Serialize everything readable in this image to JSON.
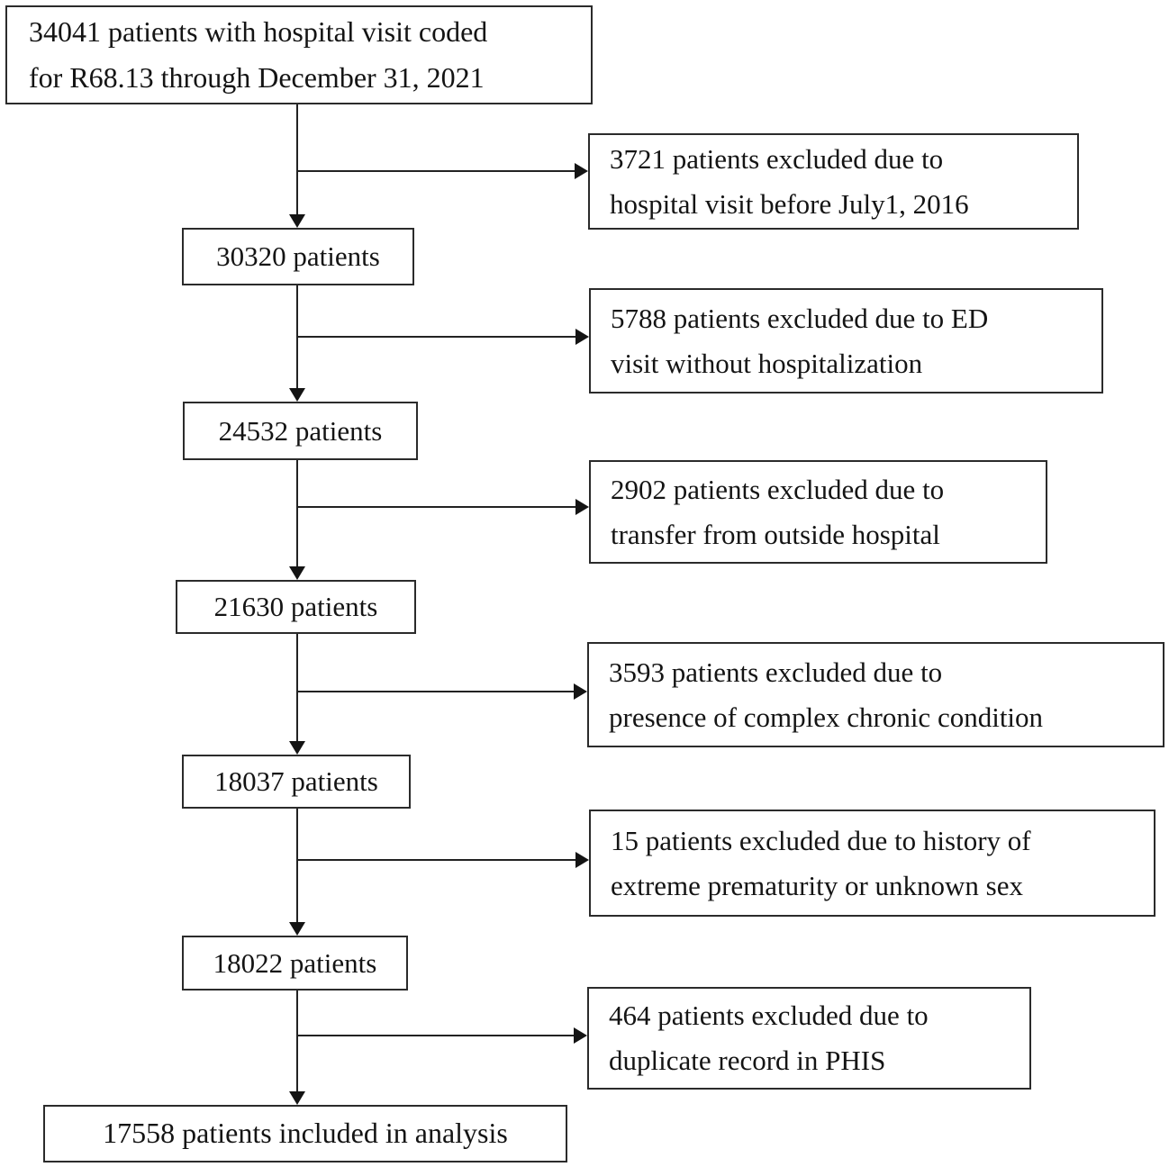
{
  "flow": {
    "description": "Patient inclusion flowchart",
    "colors": {
      "background": "#ffffff",
      "text": "#141414",
      "border": "#2b2b2b",
      "line": "#222222"
    },
    "nodes": [
      {
        "id": "start",
        "lines": [
          "34041 patients with hospital visit coded",
          "for R68.13 through December 31, 2021"
        ]
      },
      {
        "id": "step-1",
        "lines": [
          "30320 patients"
        ]
      },
      {
        "id": "step-2",
        "lines": [
          "24532 patients"
        ]
      },
      {
        "id": "step-3",
        "lines": [
          "21630 patients"
        ]
      },
      {
        "id": "step-4",
        "lines": [
          "18037 patients"
        ]
      },
      {
        "id": "step-5",
        "lines": [
          "18022 patients"
        ]
      },
      {
        "id": "final",
        "lines": [
          "17558 patients included in analysis"
        ]
      }
    ],
    "exclusions": [
      {
        "id": "excl-1",
        "lines": [
          "3721 patients excluded due to",
          "hospital visit before July1, 2016"
        ]
      },
      {
        "id": "excl-2",
        "lines": [
          "5788 patients excluded due to ED",
          "visit without hospitalization"
        ]
      },
      {
        "id": "excl-3",
        "lines": [
          "2902 patients excluded due to",
          "transfer from outside hospital"
        ]
      },
      {
        "id": "excl-4",
        "lines": [
          "3593 patients excluded due to",
          "presence of complex chronic condition"
        ]
      },
      {
        "id": "excl-5",
        "lines": [
          "15 patients excluded due to history of",
          "extreme prematurity or unknown sex"
        ]
      },
      {
        "id": "excl-6",
        "lines": [
          "464 patients excluded due to",
          "duplicate record in PHIS"
        ]
      }
    ]
  }
}
